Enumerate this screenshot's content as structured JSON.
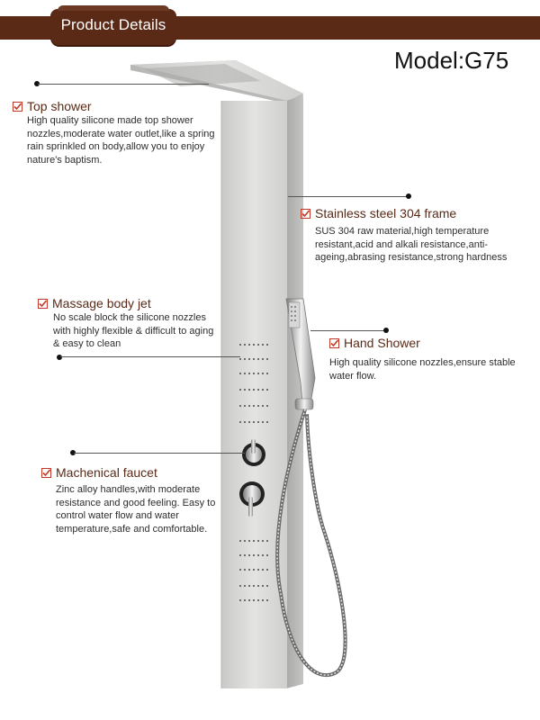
{
  "header": {
    "title": "Product Details"
  },
  "model": "Model:G75",
  "features": {
    "top_shower": {
      "title": "Top shower",
      "description": "High quality silicone made top shower nozzles,moderate water outlet,like a spring rain sprinkled on body,allow you to enjoy nature's baptism."
    },
    "frame": {
      "title": "Stainless steel 304 frame",
      "description": "SUS 304 raw material,high temperature resistant,acid and alkali resistance,anti-ageing,abrasing resistance,strong hardness"
    },
    "massage_jet": {
      "title": "Massage body jet",
      "description": "No scale block the silicone nozzles with highly flexible & difficult to aging & easy to clean"
    },
    "hand_shower": {
      "title": "Hand Shower",
      "description": "High quality silicone nozzles,ensure stable water flow."
    },
    "faucet": {
      "title": "Machenical faucet",
      "description": "Zinc alloy handles,with moderate resistance and good feeling. Easy to control water flow and water temperature,safe and comfortable."
    }
  },
  "colors": {
    "header_bg": "#5a2a17",
    "accent": "#c0392b",
    "steel": "#d9d9d7"
  },
  "icons": {
    "feature_marker": "checkbox-icon",
    "callout_end": "dot-icon"
  }
}
